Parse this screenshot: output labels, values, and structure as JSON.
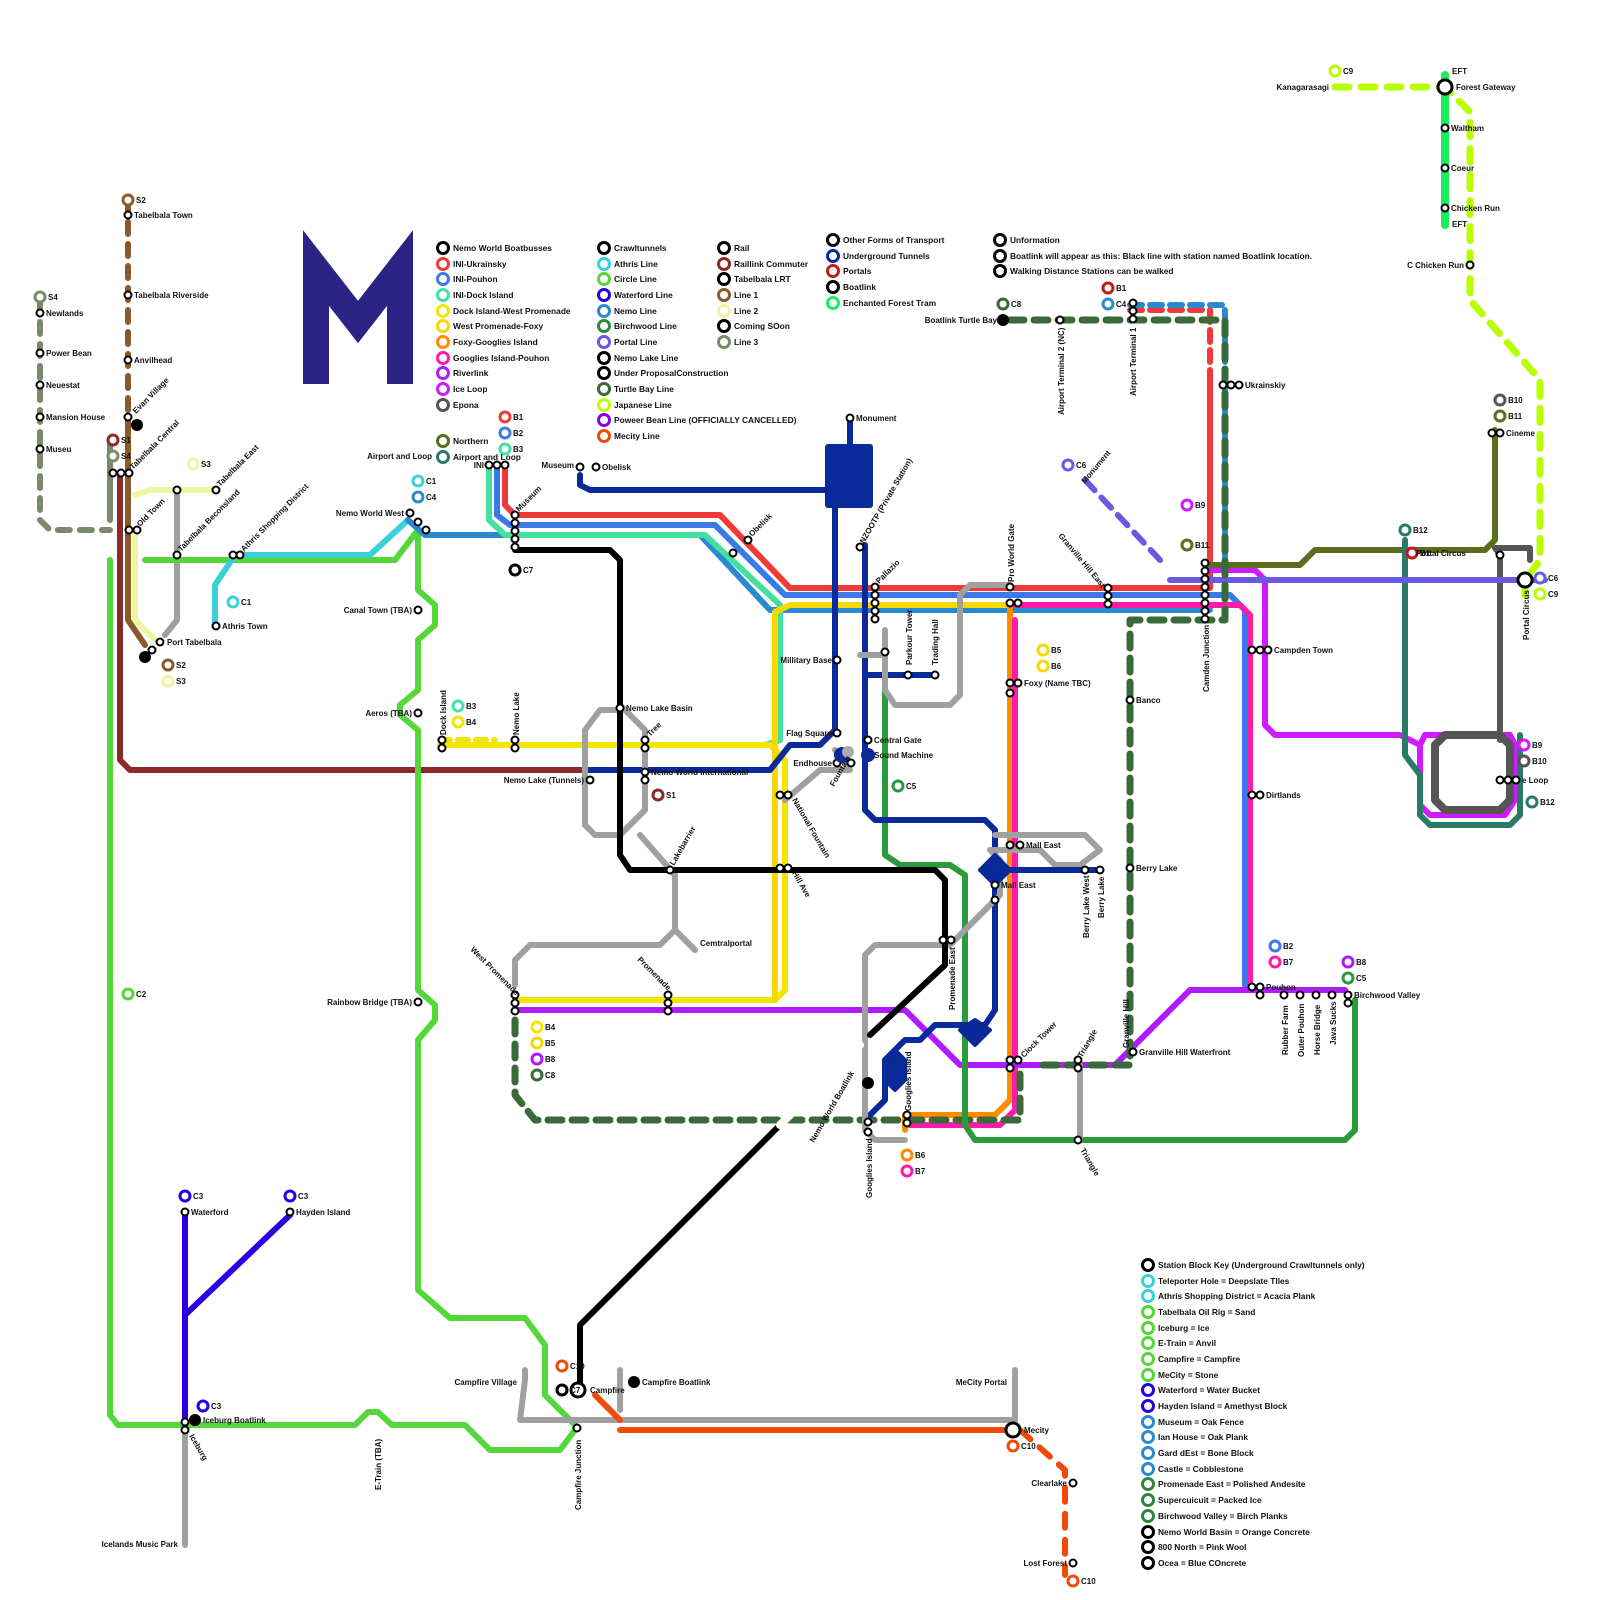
{
  "logo": {
    "letter": "M",
    "color": "#2b2484"
  },
  "legend_col1": [
    {
      "label": "Nemo World Boatbusses",
      "color": "#000000"
    },
    {
      "label": "INI-Ukrainsky",
      "color": "#f03a3a"
    },
    {
      "label": "INI-Pouhon",
      "color": "#3a7ae8"
    },
    {
      "label": "INI-Dock Island",
      "color": "#44e0a0"
    },
    {
      "label": "Dock Island-West Promenade",
      "color": "#f2e600"
    },
    {
      "label": "West Promenade-Foxy",
      "color": "#f7d800"
    },
    {
      "label": "Foxy-Googlies Island",
      "color": "#ff8c00"
    },
    {
      "label": "Googlies Island-Pouhon",
      "color": "#ff1aa8"
    },
    {
      "label": "Riverlink",
      "color": "#b01aff"
    },
    {
      "label": "Ice Loop",
      "color": "#d11aff"
    },
    {
      "label": "Epona",
      "color": "#555555"
    }
  ],
  "legend_col1b": [
    {
      "label": "Northern",
      "color": "#5a6e1e"
    },
    {
      "label": "Airport and Loop",
      "color": "#2a7a6a"
    }
  ],
  "legend_col2": [
    {
      "label": "Crawltunnels",
      "color": "#000000"
    },
    {
      "label": "Athris Line",
      "color": "#3ad0d8"
    },
    {
      "label": "Circle Line",
      "color": "#55d63a"
    },
    {
      "label": "Waterford Line",
      "color": "#2a00e0"
    },
    {
      "label": "Nemo Line",
      "color": "#2a8ad0"
    },
    {
      "label": "Birchwood Line",
      "color": "#2a8a3a"
    },
    {
      "label": "Portal Line",
      "color": "#6a5ae0"
    },
    {
      "label": "Nemo Lake Line",
      "color": "#000000"
    },
    {
      "label": "Under ProposalConstruction",
      "color": "#000000"
    },
    {
      "label": "Turtle Bay Line",
      "color": "#3a6a3a"
    },
    {
      "label": "Japanese Line",
      "color": "#b8ff00"
    },
    {
      "label": "Poweer Bean Line (OFFICIALLY CANCELLED)",
      "color": "#8a00e0"
    },
    {
      "label": "Mecity Line",
      "color": "#f04a0a"
    }
  ],
  "legend_col3": [
    {
      "label": "Rail",
      "color": "#000000"
    },
    {
      "label": "Raillink Commuter",
      "color": "#8a2a2a"
    },
    {
      "label": "Tabelbala LRT",
      "color": "#000000"
    },
    {
      "label": "Line 1",
      "color": "#8a5a2a"
    },
    {
      "label": "Line 2",
      "color": "#eef5a0"
    },
    {
      "label": "Coming SOon",
      "color": "#000000"
    },
    {
      "label": "Line 3",
      "color": "#7a8a6a"
    }
  ],
  "legend_col4": [
    {
      "label": "Other Forms of Transport",
      "color": "#000000"
    },
    {
      "label": "Underground Tunnels",
      "color": "#0a2a9a"
    },
    {
      "label": "Portals",
      "color": "#c01a1a"
    },
    {
      "label": "Boatlink",
      "color": "#000000"
    },
    {
      "label": "Enchanted Forest Tram",
      "color": "#1aee5a"
    }
  ],
  "legend_col5": [
    {
      "label": "Unformation",
      "color": "#000000"
    },
    {
      "label": "Boatlink will appear as this: Black line with station named Boatlink location.",
      "color": "#000000"
    },
    {
      "label": "Walking Distance Stations can be walked",
      "color": "#000000"
    }
  ],
  "legend_bottom": [
    {
      "label": "Station Block Key (Underground Crawltunnels only)",
      "color": "#000000"
    },
    {
      "label": "Teleporter Hole = Deepslate Tlles",
      "color": "#3ad0d8"
    },
    {
      "label": "Athris Shopping District = Acacia Plank",
      "color": "#3ad0d8"
    },
    {
      "label": "Tabelbala Oil Rig = Sand",
      "color": "#55d63a"
    },
    {
      "label": "Iceburg = Ice",
      "color": "#55d63a"
    },
    {
      "label": "E-Train = Anvil",
      "color": "#55d63a"
    },
    {
      "label": "Campfire = Campfire",
      "color": "#55d63a"
    },
    {
      "label": "MeCity = Stone",
      "color": "#55d63a"
    },
    {
      "label": "Waterford = Water Bucket",
      "color": "#2a00e0"
    },
    {
      "label": "Hayden Island = Amethyst Block",
      "color": "#2a00e0"
    },
    {
      "label": "Museum = Oak Fence",
      "color": "#2a8ad0"
    },
    {
      "label": "Ian House = Oak Plank",
      "color": "#2a8ad0"
    },
    {
      "label": "Gard dEst = Bone Block",
      "color": "#2a8ad0"
    },
    {
      "label": "Castle = Cobblestone",
      "color": "#2a8ad0"
    },
    {
      "label": "Promenade East = Polished Andesite",
      "color": "#2a8a3a"
    },
    {
      "label": "Supercuicuit = Packed Ice",
      "color": "#2a8a3a"
    },
    {
      "label": "Birchwood Valley = Birch Planks",
      "color": "#2a8a3a"
    },
    {
      "label": "Nemo World Basin = Orange Concrete",
      "color": "#000000"
    },
    {
      "label": "800 North = Pink Wool",
      "color": "#000000"
    },
    {
      "label": "Ocea = Blue COncrete",
      "color": "#000000"
    }
  ],
  "station_labels": {
    "tabelbala_town": "Tabelbala Town",
    "tabelbala_riverside": "Tabelbala Riverside",
    "anvilhead": "Anvilhead",
    "evan_village": "Evan Village",
    "tabelbala_central": "Tabelbala Central",
    "old_town": "Old Town",
    "tabelbala_beconsland": "Tabelbala Beconsland",
    "tabelbala_east": "Tabelbala East",
    "athris_shopping": "Athris Shopping District",
    "athris_town": "Athris Town",
    "port_tabelbala": "Port Tabelbala",
    "newlands": "Newlands",
    "power_bean": "Power Bean",
    "neuestat": "Neuestat",
    "mansion_house": "Mansion House",
    "museu": "Museu",
    "airport_loop": "Airport and Loop",
    "nemo_world_west": "Nemo World West",
    "canal_town": "Canal Town (TBA)",
    "aeros": "Aeros (TBA)",
    "rainbow_bridge": "Rainbow Bridge (TBA)",
    "ini": "INI",
    "museum_a": "Museum",
    "museum_b": "Museum",
    "obelisk_a": "Obelisk",
    "obelisk_b": "Obelisk",
    "monument": "Monument",
    "nzootp": "NZOOTP (Private Station)",
    "pallazio": "Pallazio",
    "parkour_tower": "Parkour Tower",
    "trading_hall": "Trading Hall",
    "millitary_base": "Millitary Base",
    "flag_square": "Flag Square",
    "central_gate": "Central Gate",
    "sound_machine": "Sound Machine",
    "endhouse": "Endhouse",
    "fountain": "Fountain",
    "national_fountain": "National Fountain",
    "hill_ave": "Hill Ave",
    "dock_island": "Dock Island",
    "nemo_lake": "Nemo Lake",
    "nemo_lake_basin": "Nemo Lake Basin",
    "tree": "Tree",
    "nemo_world_int": "Nemo World International",
    "nemo_lake_tunnels": "Nemo Lake (Tunnels)",
    "lakebarrier": "Lakebarrier",
    "cemtralportal": "Cemtralportal",
    "west_promenade": "West Promenade",
    "promenade": "Promenade",
    "pro_world_gate": "Pro World Gate",
    "foxy": "Foxy (Name TBC)",
    "mall_east_a": "Mall East",
    "mall_east_b": "Mall East",
    "berry_lake_west": "Berry Lake West",
    "berry_lake": "Berry Lake",
    "berry_lake_r": "Berry Lake",
    "banco": "Banco",
    "promenade_east": "Promenade East",
    "clock_tower": "Clock Tower",
    "triangle_a": "Triangle",
    "triangle_b": "Triangle",
    "granville_hill": "Granville Hill",
    "granville_hill_east": "Granville Hill East",
    "granville_waterfront": "Granville Hill Waterfront",
    "googlies_island_a": "Googlies Island",
    "googlies_island_b": "Googlies Island",
    "nemo_world_boatlink": "Nemo World Boatlink",
    "boatlink_turtle_bay": "Boatlink Turtle Bay",
    "airport_t2": "Airport Terminal 2 (NC)",
    "airport_t1": "Airport Terminal 1",
    "ukrainskiy": "Ukrainskiy",
    "camden_junction": "Camden Junction",
    "campden_town": "Campden Town",
    "dirtlands": "Dirtlands",
    "pouhon": "Pouhon",
    "rubber_farm": "Rubber Farm",
    "outer_pouhon": "Outer Pouhon",
    "horse_bridge": "Horse Bridge",
    "java_sucks": "Java Sucks",
    "birchwood_valley": "Birchwood Valley",
    "portal_circus_a": "Portal Circus",
    "portal_circus_b": "Portal Circus",
    "cineme": "Cineme",
    "ice_loop": "e Loop",
    "kanagarasagi": "Kanagarasagi",
    "forest_gateway": "Forest Gateway",
    "waltham": "Waltham",
    "coeur": "Coeur",
    "chicken_run": "Chicken Run",
    "c_chicken_run": "C Chicken Run",
    "eft_a": "EFT",
    "eft_b": "EFT",
    "waterford": "Waterford",
    "hayden_island": "Hayden Island",
    "iceburg": "Iceburg",
    "iceburg_boatlink": "Iceburg Boatlink",
    "icelands_music_park": "Icelands Music Park",
    "e_train": "E-Train (TBA)",
    "campfire": "Campfire",
    "campfire_village": "Campfire Village",
    "campfire_boatlink": "Campfire Boatlink",
    "campfire_junction": "Campfire Junction",
    "mecity": "Mecity",
    "mecity_portal": "MeCity Portal",
    "clearlake": "Clearlake",
    "lost_forest": "Lost Forest"
  },
  "badges": {
    "S1": "S1",
    "S2": "S2",
    "S3": "S3",
    "S4": "S4",
    "C1": "C1",
    "C2": "C2",
    "C3": "C3",
    "C4": "C4",
    "C5": "C5",
    "C6": "C6",
    "C7": "C7",
    "C8": "C8",
    "C9": "C9",
    "C10": "C10",
    "B1": "B1",
    "B2": "B2",
    "B3": "B3",
    "B4": "B4",
    "B5": "B5",
    "B6": "B6",
    "B7": "B7",
    "B8": "B8",
    "B9": "B9",
    "B10": "B10",
    "B11": "B11",
    "B12": "B12"
  }
}
